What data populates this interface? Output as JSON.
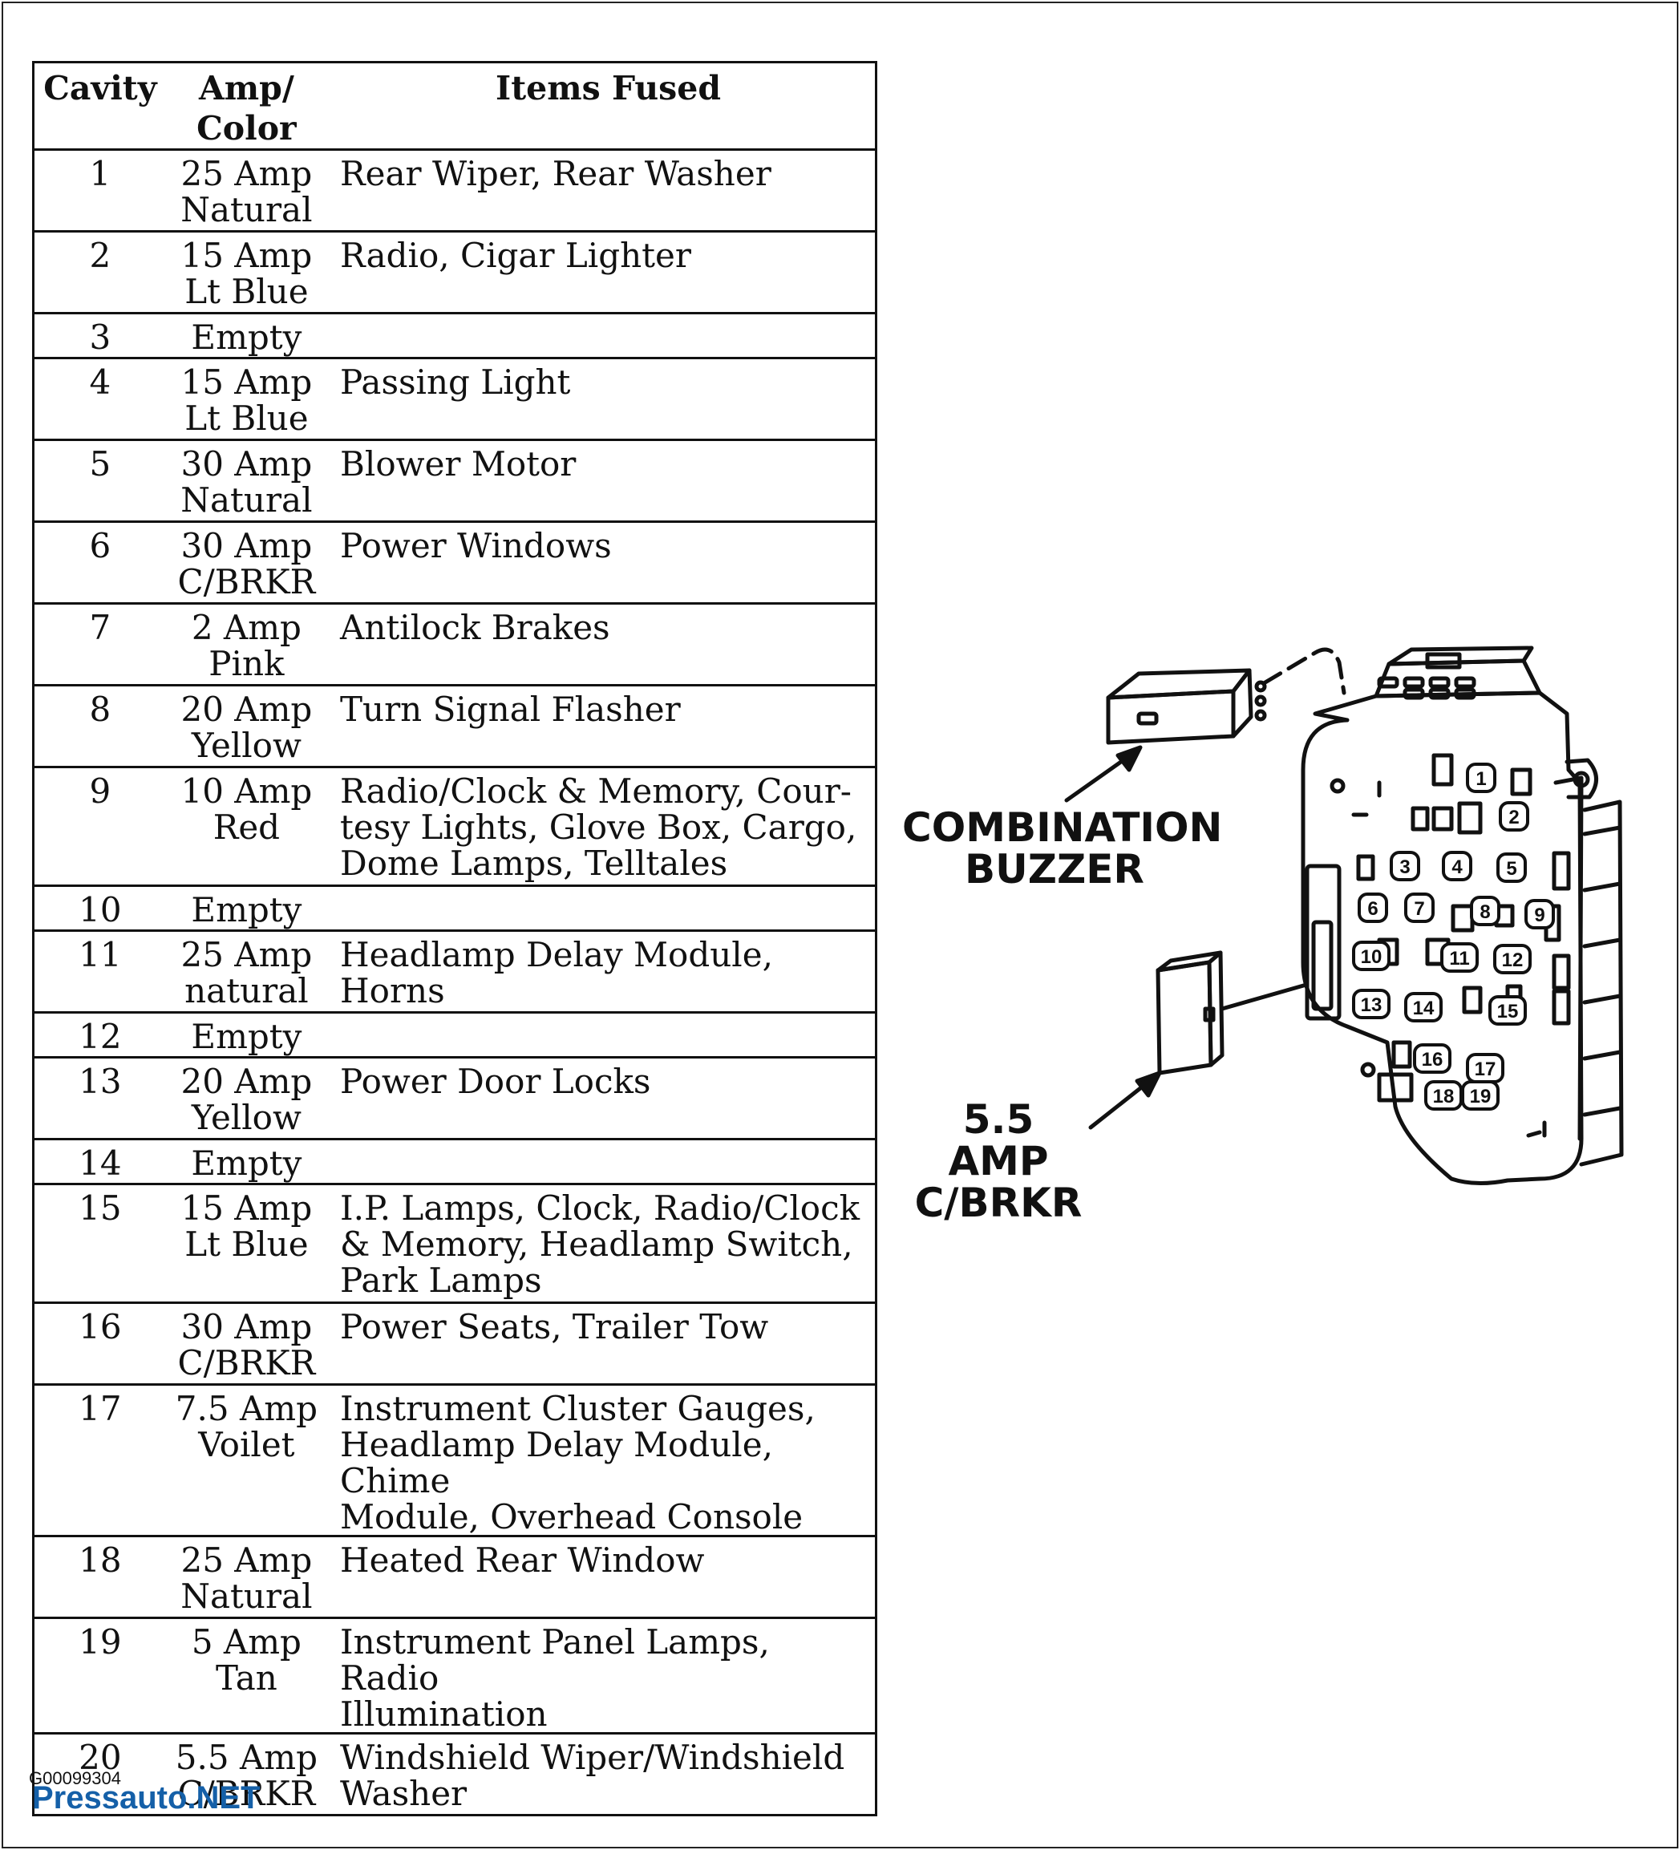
{
  "table": {
    "headers": {
      "cavity": "Cavity",
      "amp_line1": "Amp/",
      "amp_line2": "Color",
      "items": "Items Fused"
    },
    "rows": [
      {
        "cavity": "1",
        "rating": "25 Amp",
        "color": "Natural",
        "items": [
          "Rear Wiper, Rear Washer"
        ]
      },
      {
        "cavity": "2",
        "rating": "15 Amp",
        "color": "Lt Blue",
        "items": [
          "Radio, Cigar Lighter"
        ]
      },
      {
        "cavity": "3",
        "rating": "Empty",
        "color": "",
        "items": []
      },
      {
        "cavity": "4",
        "rating": "15 Amp",
        "color": "Lt Blue",
        "items": [
          "Passing Light"
        ]
      },
      {
        "cavity": "5",
        "rating": "30 Amp",
        "color": "Natural",
        "items": [
          "Blower Motor"
        ]
      },
      {
        "cavity": "6",
        "rating": "30 Amp",
        "color": "C/BRKR",
        "items": [
          "Power Windows"
        ]
      },
      {
        "cavity": "7",
        "rating": "2 Amp",
        "color": "Pink",
        "items": [
          "Antilock Brakes"
        ]
      },
      {
        "cavity": "8",
        "rating": "20 Amp",
        "color": "Yellow",
        "items": [
          "Turn Signal Flasher"
        ]
      },
      {
        "cavity": "9",
        "rating": "10 Amp",
        "color": "Red",
        "items": [
          "Radio/Clock & Memory, Cour-",
          "tesy Lights, Glove Box, Cargo,",
          "Dome Lamps, Telltales"
        ]
      },
      {
        "cavity": "10",
        "rating": "Empty",
        "color": "",
        "items": []
      },
      {
        "cavity": "11",
        "rating": "25 Amp",
        "color": "natural",
        "items": [
          "Headlamp Delay Module, Horns"
        ]
      },
      {
        "cavity": "12",
        "rating": "Empty",
        "color": "",
        "items": []
      },
      {
        "cavity": "13",
        "rating": "20 Amp",
        "color": "Yellow",
        "items": [
          "Power Door Locks"
        ]
      },
      {
        "cavity": "14",
        "rating": "Empty",
        "color": "",
        "items": []
      },
      {
        "cavity": "15",
        "rating": "15 Amp",
        "color": "Lt Blue",
        "items": [
          "I.P. Lamps, Clock, Radio/Clock",
          "& Memory, Headlamp Switch,",
          "Park Lamps"
        ]
      },
      {
        "cavity": "16",
        "rating": "30 Amp",
        "color": "C/BRKR",
        "items": [
          "Power Seats, Trailer Tow"
        ]
      },
      {
        "cavity": "17",
        "rating": "7.5 Amp",
        "color": "Voilet",
        "items": [
          "Instrument Cluster Gauges,",
          "Headlamp Delay Module, Chime",
          "Module, Overhead Console"
        ]
      },
      {
        "cavity": "18",
        "rating": "25 Amp",
        "color": "Natural",
        "items": [
          "Heated Rear Window"
        ]
      },
      {
        "cavity": "19",
        "rating": "5 Amp",
        "color": "Tan",
        "items": [
          "Instrument Panel Lamps, Radio",
          "Illumination"
        ]
      },
      {
        "cavity": "20",
        "rating": "5.5 Amp",
        "color": "C/BRKR",
        "items": [
          "Windshield Wiper/Windshield",
          "Washer"
        ]
      }
    ]
  },
  "diagram": {
    "label_buzzer_line1": "COMBINATION",
    "label_buzzer_line2": "BUZZER",
    "label_breaker_line1": "5.5 AMP",
    "label_breaker_line2": "C/BRKR",
    "fuse_numbers": [
      "1",
      "2",
      "3",
      "4",
      "5",
      "6",
      "7",
      "8",
      "9",
      "10",
      "11",
      "12",
      "13",
      "14",
      "15",
      "16",
      "17",
      "18",
      "19"
    ]
  },
  "footer": {
    "code": "G00099304",
    "brand": "Pressauto.NET"
  }
}
